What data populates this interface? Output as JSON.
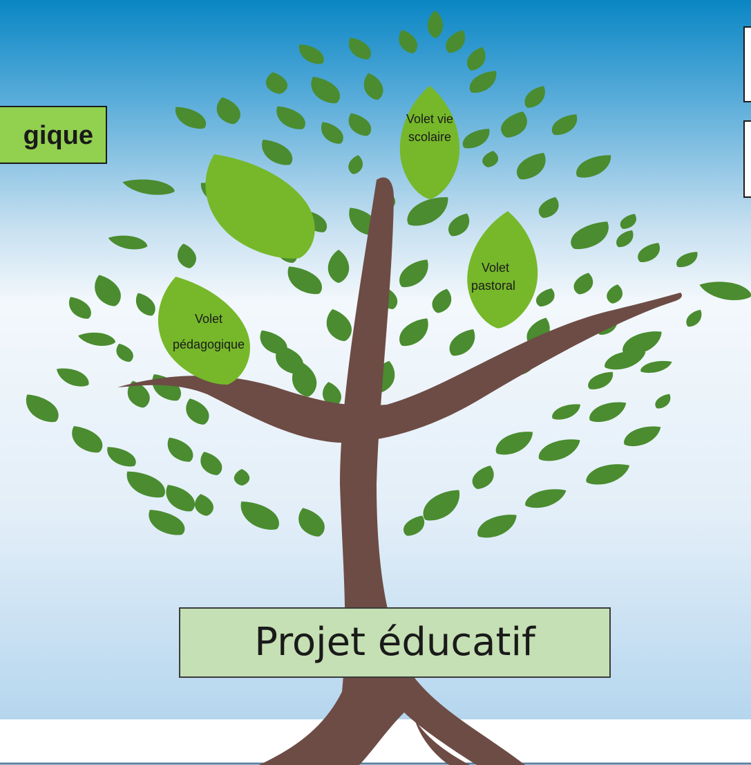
{
  "slide": {
    "colors": {
      "sky_top": "#0080bf",
      "sky_mid": "#e6f0f8",
      "sky_bottom": "#bfdcf0",
      "trunk": "#6d4c45",
      "leaf_dark": "#4a8c2f",
      "leaf_light": "#76b82a",
      "label_box": "#92d050",
      "title_box": "#c5e0b4"
    },
    "left_label": "gique",
    "title": "Projet éducatif",
    "leaves": {
      "vie_scolaire": [
        "Volet vie",
        "scolaire"
      ],
      "pastoral": [
        "Volet",
        "pastoral"
      ],
      "pedagogique": [
        "Volet",
        "pédagogique"
      ]
    }
  }
}
